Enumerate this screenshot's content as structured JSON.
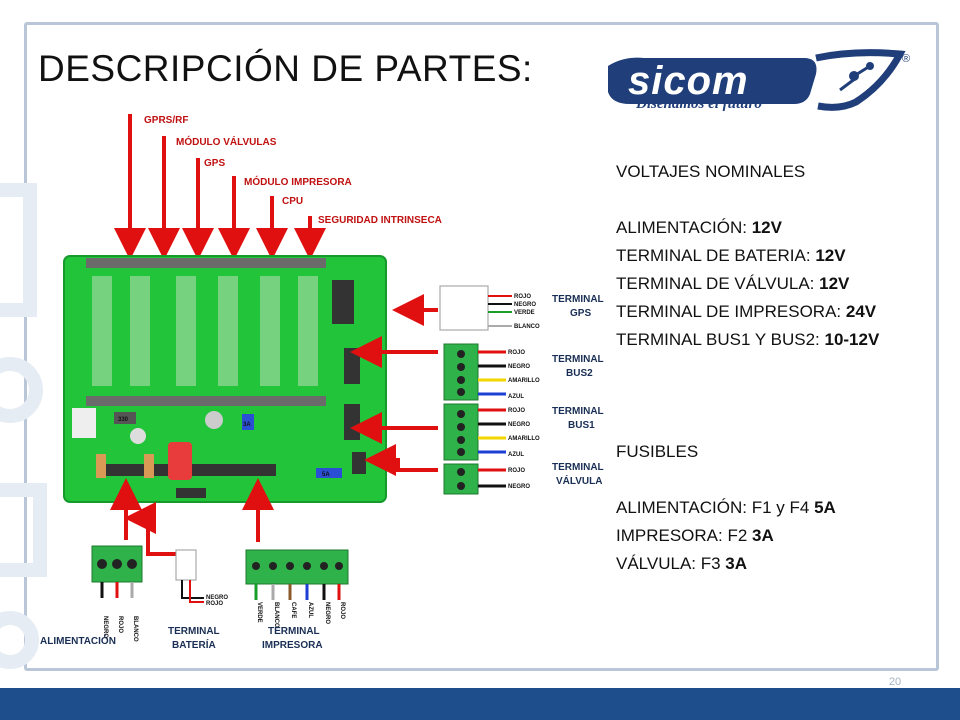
{
  "slide": {
    "title": "DESCRIPCIÓN DE PARTES:",
    "page_number": "20"
  },
  "logo": {
    "brand": "sicom",
    "tagline": "Diseñamos el futuro",
    "registered": "®"
  },
  "specs": {
    "voltages_heading": "VOLTAJES NOMINALES",
    "voltages": [
      {
        "label": "ALIMENTACIÓN: ",
        "value": "12V"
      },
      {
        "label": "TERMINAL DE BATERIA: ",
        "value": "12V"
      },
      {
        "label": "TERMINAL DE VÁLVULA: ",
        "value": "12V"
      },
      {
        "label": "TERMINAL DE IMPRESORA: ",
        "value": "24V"
      },
      {
        "label": "TERMINAL BUS1 Y BUS2: ",
        "value": "10-12V"
      }
    ],
    "fuses_heading": "FUSIBLES",
    "fuses": [
      {
        "label": "ALIMENTACIÓN: F1 y F4 ",
        "value": "5A"
      },
      {
        "label": "IMPRESORA: F2 ",
        "value": "3A"
      },
      {
        "label": "VÁLVULA: F3 ",
        "value": "3A"
      }
    ]
  },
  "diagram": {
    "top_labels": [
      "GPRS/RF",
      "MÓDULO VÁLVULAS",
      "GPS",
      "MÓDULO IMPRESORA",
      "CPU",
      "SEGURIDAD INTRINSECA"
    ],
    "terminal_gps": {
      "title_1": "TERMINAL",
      "title_2": "GPS",
      "wires": [
        "ROJO",
        "NEGRO",
        "VERDE",
        "BLANCO"
      ]
    },
    "terminal_bus2": {
      "title_1": "TERMINAL",
      "title_2": "BUS2",
      "wires": [
        "ROJO",
        "NEGRO",
        "AMARILLO",
        "AZUL"
      ]
    },
    "terminal_bus1": {
      "title_1": "TERMINAL",
      "title_2": "BUS1",
      "wires": [
        "ROJO",
        "NEGRO",
        "AMARILLO",
        "AZUL"
      ]
    },
    "terminal_valvula": {
      "title_1": "TERMINAL",
      "title_2": "VÁLVULA",
      "wires": [
        "ROJO",
        "NEGRO"
      ]
    },
    "alimentacion": {
      "title": "ALIMENTACIÓN",
      "wires": [
        "NEGRO",
        "ROJO",
        "BLANCO"
      ]
    },
    "bateria": {
      "title_1": "TERMINAL",
      "title_2": "BATERÍA",
      "wires": [
        "NEGRO",
        "ROJO"
      ]
    },
    "impresora": {
      "title_1": "TERMINAL",
      "title_2": "IMPRESORA",
      "wires": [
        "VERDE",
        "BLANCO",
        "CAFE",
        "AZUL",
        "NEGRO",
        "ROJO"
      ]
    },
    "board_marks": {
      "fuse_a": "3A",
      "fuse_b": "5A",
      "res": "330"
    }
  },
  "colors": {
    "pcb": "#22c43a",
    "arrow": "#e01010",
    "footer": "#1f4e8c",
    "logo_blue": "#1f3e7a"
  }
}
